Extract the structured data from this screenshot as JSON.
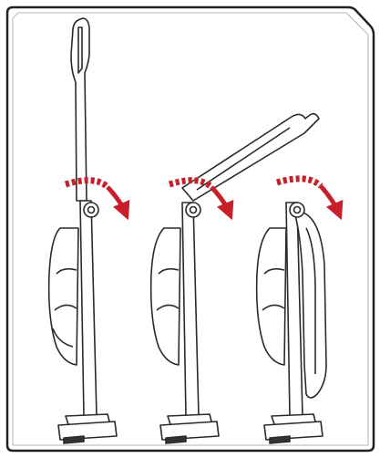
{
  "figure": {
    "frame": {
      "style": "rounded-rectangle-with-clipped-top-right-corner",
      "stroke_color": "#222222"
    },
    "accent_color": "#c8202a",
    "line_color": "#2a2a2a",
    "panels": [
      {
        "step": 1,
        "state": "handle-upright",
        "arrow": "curved-red-arrow-clockwise"
      },
      {
        "step": 2,
        "state": "handle-tilting-at-hinge",
        "arrow": "curved-red-arrow-clockwise"
      },
      {
        "step": 3,
        "state": "handle-folded-down",
        "arrow": "curved-red-arrow-clockwise"
      }
    ]
  }
}
